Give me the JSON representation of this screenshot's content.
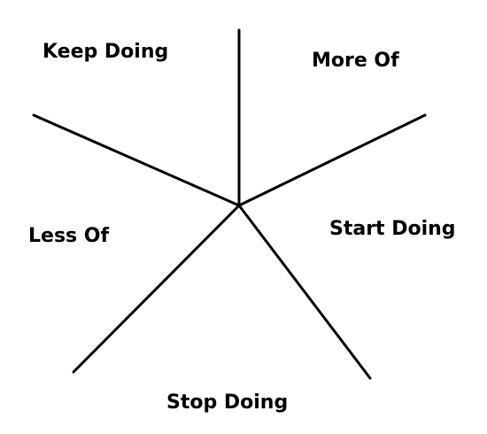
{
  "diagram": {
    "line_color": "#000000",
    "segments": [
      {
        "key": "keep",
        "label": "Keep Doing"
      },
      {
        "key": "more",
        "label": "More Of"
      },
      {
        "key": "start",
        "label": "Start Doing"
      },
      {
        "key": "stop",
        "label": "Stop Doing"
      },
      {
        "key": "less",
        "label": "Less Of"
      }
    ]
  }
}
